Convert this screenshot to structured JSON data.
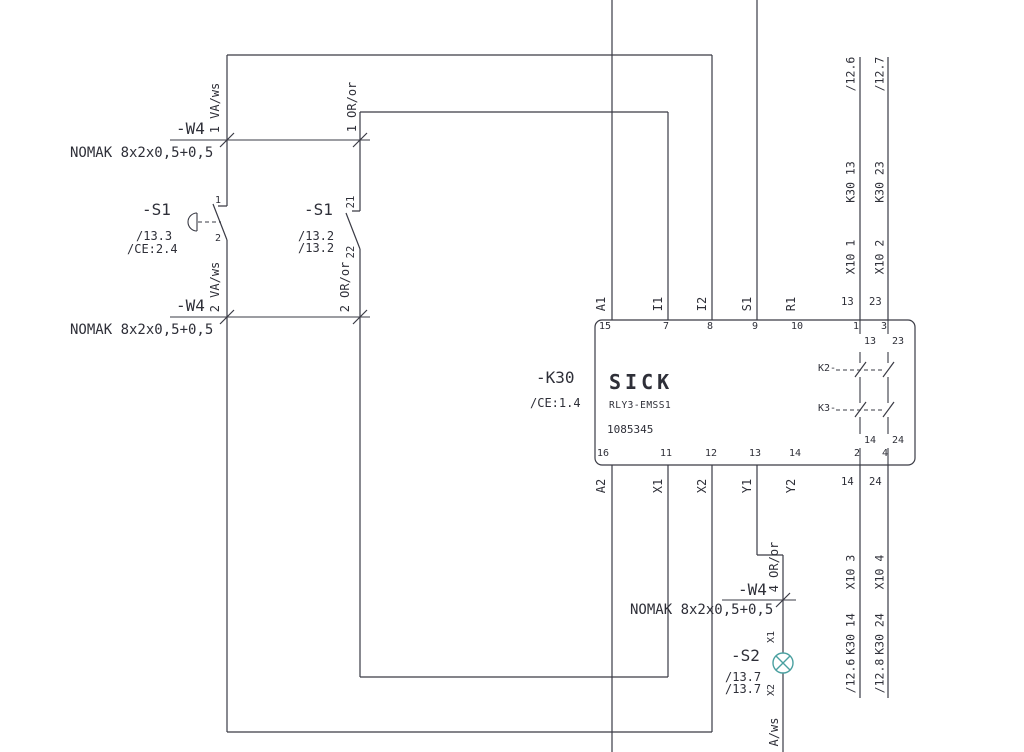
{
  "colors": {
    "line": "#3a3b45",
    "lamp": "#4aa0a0"
  },
  "cables": {
    "top": {
      "tag": "-W4",
      "type": "NOMAK 8x2x0,5+0,5",
      "wire_left": "1 VA/ws",
      "wire_right": "1 OR/or"
    },
    "middle": {
      "tag": "-W4",
      "type": "NOMAK 8x2x0,5+0,5",
      "wire_left": "2 VA/ws",
      "wire_right": "2 OR/or"
    },
    "lamp": {
      "tag": "-W4",
      "type": "NOMAK 8x2x0,5+0,5",
      "wire_top": "4 OR/or",
      "wire_bottom": "A/ws"
    }
  },
  "switches": {
    "s1_main": {
      "tag": "-S1",
      "ref1": "/13.3",
      "ref2": "/CE:2.4",
      "pin_top": "1",
      "pin_bottom": "2"
    },
    "s1_aux": {
      "tag": "-S1",
      "ref1": "/13.2",
      "ref2": "/13.2",
      "pin_top": "21",
      "pin_bottom": "22"
    }
  },
  "relay": {
    "tag": "-K30",
    "ref": "/CE:1.4",
    "brand": "SICK",
    "model": "RLY3-EMSS1",
    "article": "1085345",
    "pins_top": [
      {
        "num": "15",
        "label": "A1"
      },
      {
        "num": "7",
        "label": "I1"
      },
      {
        "num": "8",
        "label": "I2"
      },
      {
        "num": "9",
        "label": "S1"
      },
      {
        "num": "10",
        "label": "R1"
      },
      {
        "num": "1"
      },
      {
        "num": "3"
      }
    ],
    "pins_bottom": [
      {
        "num": "16",
        "label": "A2"
      },
      {
        "num": "11",
        "label": "X1"
      },
      {
        "num": "12",
        "label": "X2"
      },
      {
        "num": "13",
        "label": "Y1"
      },
      {
        "num": "14",
        "label": "Y2"
      },
      {
        "num": "2"
      },
      {
        "num": "4"
      }
    ],
    "k2_label": "K2-",
    "k3_label": "K3-",
    "contact_top_terms": [
      "13",
      "23"
    ],
    "contact_bottom_terms": [
      "14",
      "24"
    ]
  },
  "wire_numbers": {
    "top": [
      "13",
      "23"
    ],
    "bottom": [
      "14",
      "24"
    ]
  },
  "cross_refs": {
    "top_left": {
      "ref": "/12.6",
      "far": "K30 13",
      "near": "X10 1"
    },
    "top_right": {
      "ref": "/12.7",
      "far": "K30 23",
      "near": "X10 2"
    },
    "bottom_left": {
      "ref": "/12.6",
      "far": "K30 14",
      "near": "X10 3"
    },
    "bottom_right": {
      "ref": "/12.8",
      "far": "K30 24",
      "near": "X10 4"
    }
  },
  "lamp": {
    "tag": "-S2",
    "ref1": "/13.7",
    "ref2": "/13.7",
    "pin_top": "X1",
    "pin_bottom": "X2"
  }
}
